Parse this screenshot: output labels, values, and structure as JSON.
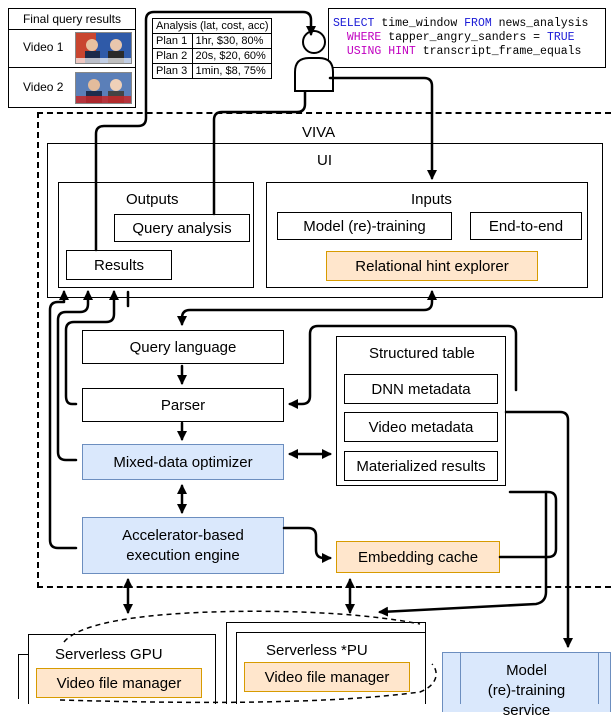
{
  "final_results": {
    "title": "Final query results",
    "videos": [
      {
        "label": "Video 1"
      },
      {
        "label": "Video 2"
      }
    ]
  },
  "analysis": {
    "header": "Analysis (lat, cost, acc)",
    "plans": [
      {
        "name": "Plan 1",
        "value": "1hr, $30, 80%"
      },
      {
        "name": "Plan 2",
        "value": "20s, $20, 60%"
      },
      {
        "name": "Plan 3",
        "value": "1min, $8, 75%"
      }
    ]
  },
  "query": {
    "line1_kw1": "SELECT",
    "line1_mid": " time_window ",
    "line1_kw2": "FROM",
    "line1_end": " news_analysis",
    "line2_kw": "WHERE",
    "line2_end": " tapper_angry_sanders = ",
    "line2_val": "TRUE",
    "line3_kw": "USING HINT",
    "line3_end": " transcript_frame_equals"
  },
  "viva": {
    "title": "VIVA",
    "ui_title": "UI",
    "outputs": {
      "title": "Outputs",
      "query_analysis": "Query analysis",
      "results": "Results"
    },
    "inputs": {
      "title": "Inputs",
      "model_training": "Model (re)-training",
      "end_to_end": "End-to-end",
      "hint_explorer": "Relational hint explorer"
    },
    "query_language": "Query language",
    "parser": "Parser",
    "optimizer": "Mixed-data optimizer",
    "engine_line1": "Accelerator-based",
    "engine_line2": "execution engine",
    "embedding_cache": "Embedding cache",
    "structured_table": {
      "title": "Structured table",
      "dnn": "DNN metadata",
      "video": "Video metadata",
      "materialized": "Materialized results"
    }
  },
  "bottom": {
    "gpu_title": "Serverless GPU",
    "gpu_manager": "Video file manager",
    "pu_title": "Serverless *PU",
    "pu_manager": "Video file manager",
    "training_line1": "Model",
    "training_line2": "(re)-training",
    "training_line3": "service"
  },
  "colors": {
    "blue_fill": "#dae8fc",
    "orange_fill": "#ffe6cc",
    "query_blue": "#1a1ad6",
    "query_magenta": "#c000c0"
  }
}
